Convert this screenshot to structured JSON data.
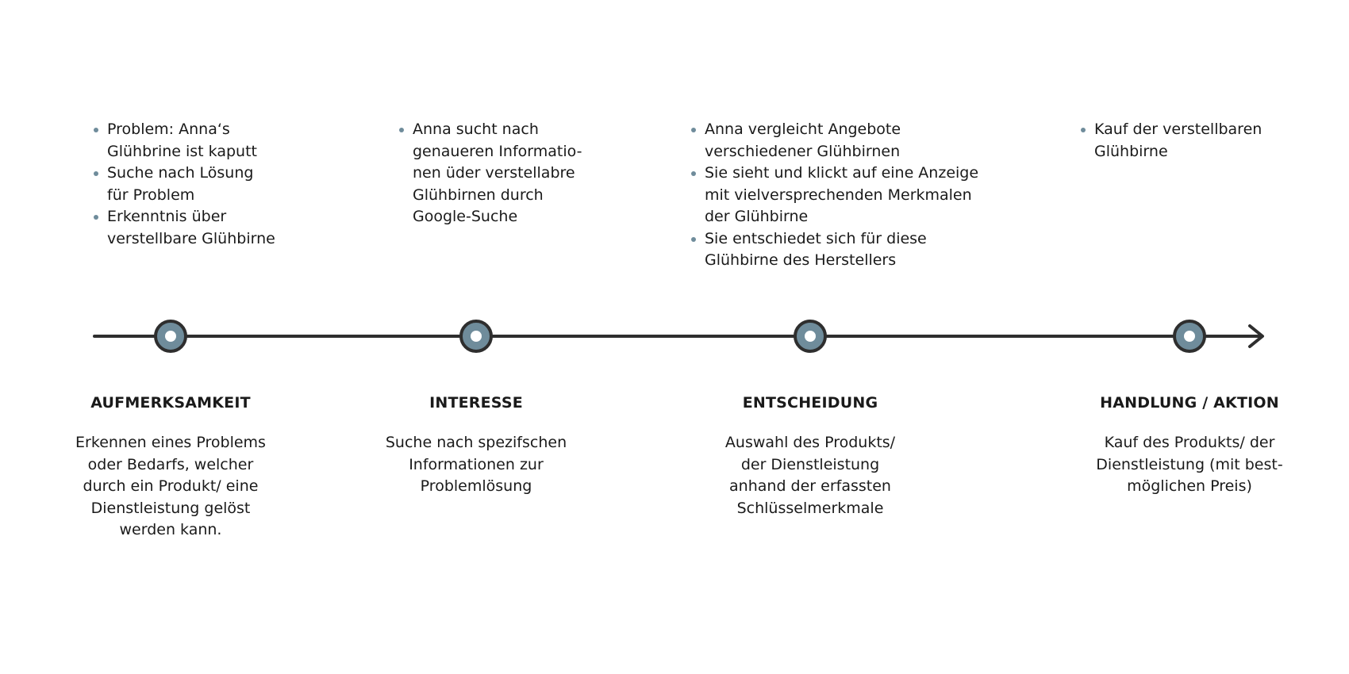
{
  "colors": {
    "accent": "#6f8c9b",
    "line": "#2e2e2e",
    "text": "#1a1a1a"
  },
  "stages": [
    {
      "bullets": [
        "Problem: Anna‘s\nGlühbrine ist kaputt",
        "Suche nach Lösung\nfür Problem",
        "Erkenntnis über\nverstellbare Glühbirne"
      ],
      "title": "AUFMERKSAMKEIT",
      "description": "Erkennen eines Problems\noder Bedarfs, welcher\ndurch ein Produkt/ eine\nDienstleistung gelöst\nwerden kann."
    },
    {
      "bullets": [
        "Anna sucht nach\ngenaueren Informatio-\nnen üder verstellabre\nGlühbirnen durch\nGoogle-Suche"
      ],
      "title": "INTERESSE",
      "description": "Suche nach spezifschen\nInformationen zur\nProblemlösung"
    },
    {
      "bullets": [
        "Anna vergleicht Angebote\nverschiedener Glühbirnen",
        "Sie sieht und klickt auf eine Anzeige\nmit vielversprechenden Merkmalen\nder Glühbirne",
        "Sie entschiedet sich für diese\nGlühbirne des Herstellers"
      ],
      "title": "ENTSCHEIDUNG",
      "description": "Auswahl des Produkts/\nder Dienstleistung\nanhand der erfassten\nSchlüsselmerkmale"
    },
    {
      "bullets": [
        "Kauf der verstellbaren\nGlühbirne"
      ],
      "title": "HANDLUNG / AKTION",
      "description": "Kauf des Produkts/ der\nDienstleistung (mit best-\nmöglichen Preis)"
    }
  ]
}
